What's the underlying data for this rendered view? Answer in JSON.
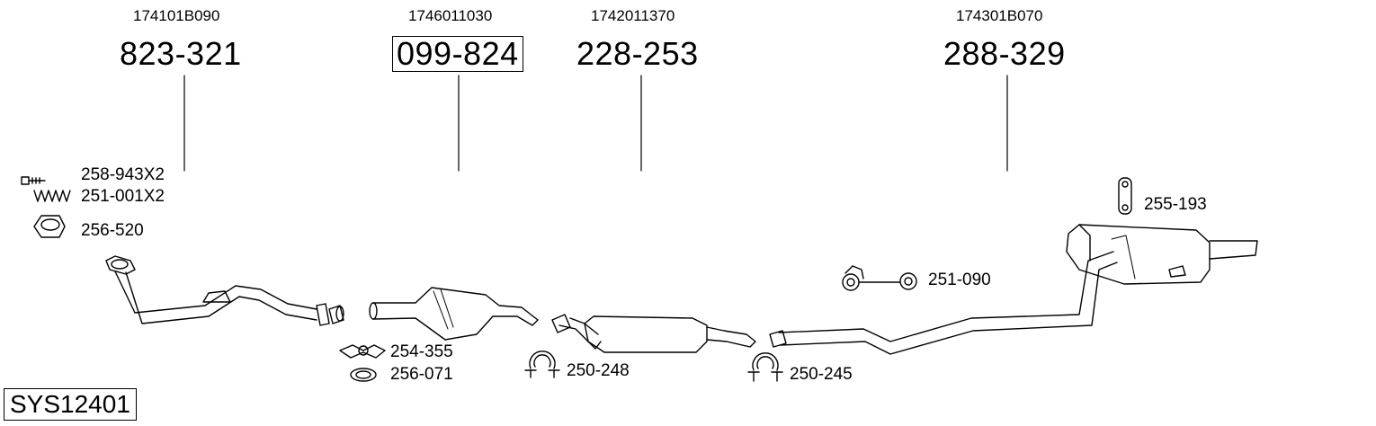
{
  "diagram": {
    "system_code": "SYS12401",
    "main_parts": [
      {
        "oem": "174101B090",
        "part_no": "823-321",
        "boxed": false
      },
      {
        "oem": "1746011030",
        "part_no": "099-824",
        "boxed": true
      },
      {
        "oem": "1742011370",
        "part_no": "228-253",
        "boxed": false
      },
      {
        "oem": "174301B070",
        "part_no": "288-329",
        "boxed": false
      }
    ],
    "accessories": [
      {
        "part_no": "258-943X2",
        "icon": "bolt-icon"
      },
      {
        "part_no": "251-001X2",
        "icon": "spring-icon"
      },
      {
        "part_no": "256-520",
        "icon": "gasket-ring-icon"
      },
      {
        "part_no": "254-355",
        "icon": "flange-clamp-icon"
      },
      {
        "part_no": "256-071",
        "icon": "gasket-ring-icon"
      },
      {
        "part_no": "250-248",
        "icon": "u-clamp-icon"
      },
      {
        "part_no": "250-245",
        "icon": "u-clamp-icon"
      },
      {
        "part_no": "251-090",
        "icon": "rubber-hanger-icon"
      },
      {
        "part_no": "255-193",
        "icon": "hanger-strap-icon"
      }
    ]
  }
}
